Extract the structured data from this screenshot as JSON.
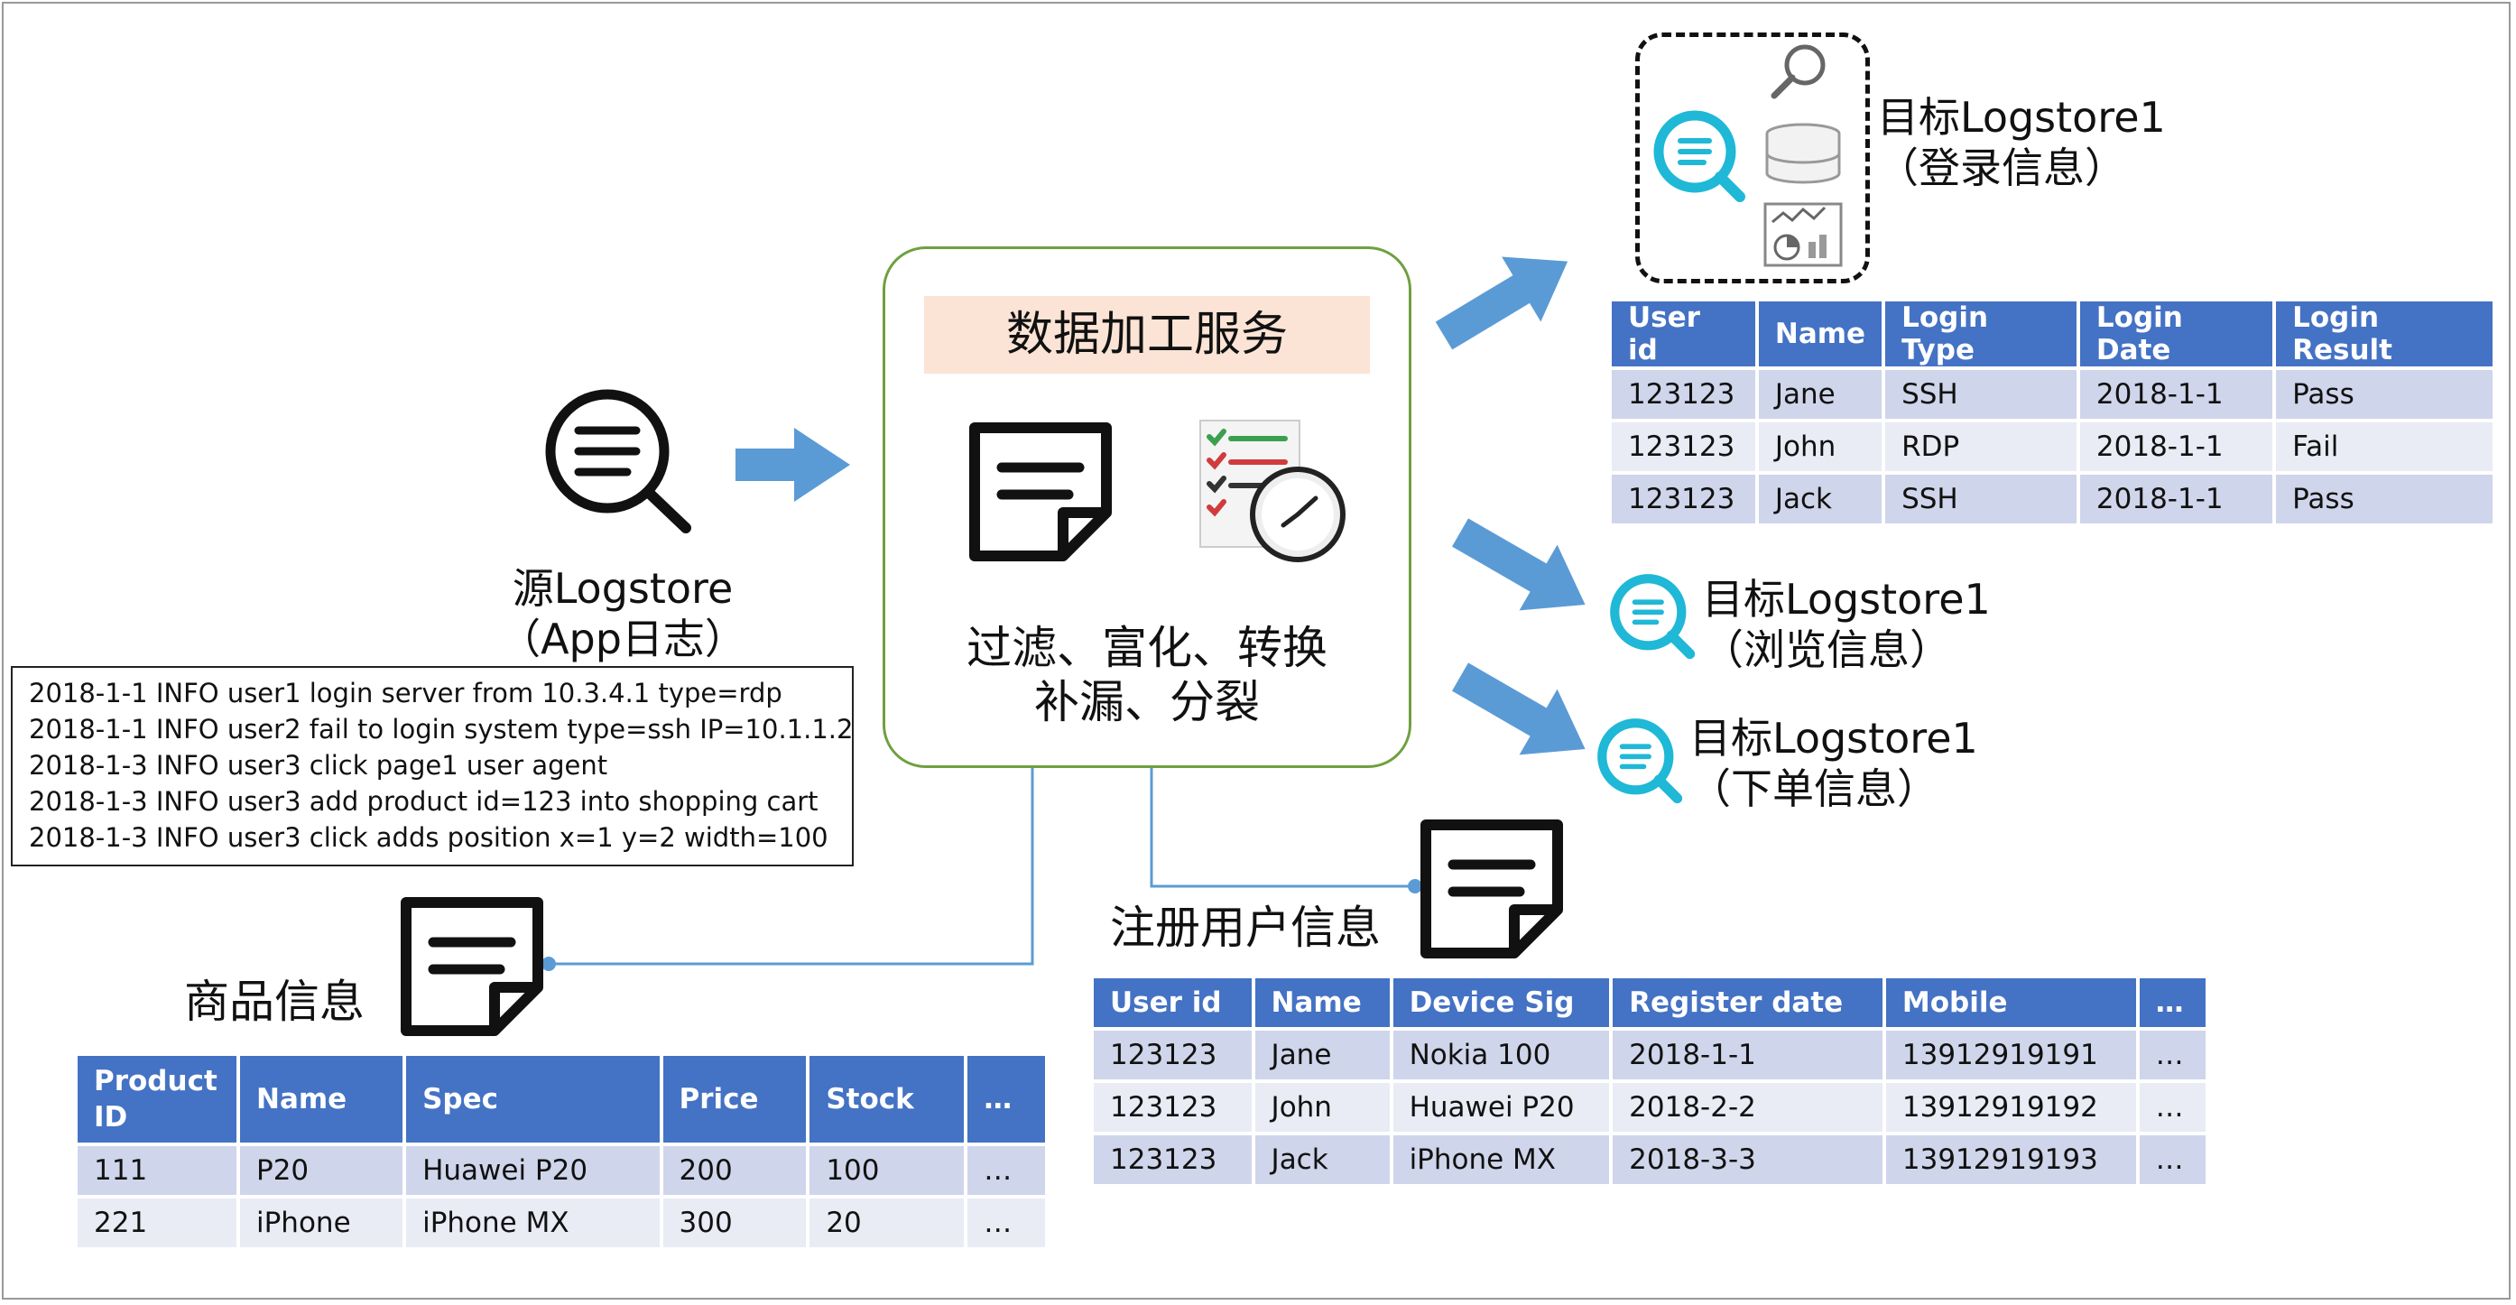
{
  "colors": {
    "accent_blue": "#4472c4",
    "arrow_blue": "#5b9bd5",
    "teal": "#1fb8d6",
    "green_border": "#6fa03f",
    "title_fill": "#fbe4d5"
  },
  "source": {
    "title": "源Logstore",
    "subtitle": "（App日志）",
    "icon": "search-document-icon"
  },
  "log_lines": [
    "2018-1-1 INFO user1 login server from 10.3.4.1 type=rdp",
    "2018-1-1 INFO user2 fail to login system type=ssh IP=10.1.1.2",
    "2018-1-3 INFO user3 click page1 user agent",
    "2018-1-3 INFO user3 add product id=123 into shopping cart",
    "2018-1-3 INFO user3 click adds position x=1 y=2 width=100"
  ],
  "service": {
    "title": "数据加工服务",
    "line1": "过滤、富化、转换",
    "line2": "补漏、分裂",
    "icons": [
      "note-icon",
      "checklist-clock-icon"
    ]
  },
  "targets": [
    {
      "title": "目标Logstore1",
      "subtitle": "（登录信息）",
      "icons": [
        "teal-search-icon",
        "magnifier-icon",
        "database-icon",
        "dashboard-chart-icon"
      ]
    },
    {
      "title": "目标Logstore1",
      "subtitle": "（浏览信息）",
      "icons": [
        "teal-search-icon"
      ]
    },
    {
      "title": "目标Logstore1",
      "subtitle": "（下单信息）",
      "icons": [
        "teal-search-icon"
      ]
    }
  ],
  "login_table": {
    "headers": [
      "User id",
      "Name",
      "Login Type",
      "Login Date",
      "Login Result"
    ],
    "rows": [
      [
        "123123",
        "Jane",
        "SSH",
        "2018-1-1",
        "Pass"
      ],
      [
        "123123",
        "John",
        "RDP",
        "2018-1-1",
        "Fail"
      ],
      [
        "123123",
        "Jack",
        "SSH",
        "2018-1-1",
        "Pass"
      ]
    ]
  },
  "product": {
    "label": "商品信息",
    "headers": [
      "Product ID",
      "Name",
      "Spec",
      "Price",
      "Stock",
      "…"
    ],
    "rows": [
      [
        "111",
        "P20",
        "Huawei P20",
        "200",
        "100",
        "…"
      ],
      [
        "221",
        "iPhone",
        "iPhone MX",
        "300",
        "20",
        "…"
      ]
    ]
  },
  "user_reg": {
    "label": "注册用户信息",
    "headers": [
      "User id",
      "Name",
      "Device Sig",
      "Register date",
      "Mobile",
      "…"
    ],
    "rows": [
      [
        "123123",
        "Jane",
        "Nokia 100",
        "2018-1-1",
        "13912919191",
        "…"
      ],
      [
        "123123",
        "John",
        "Huawei P20",
        "2018-2-2",
        "13912919192",
        "…"
      ],
      [
        "123123",
        "Jack",
        "iPhone MX",
        "2018-3-3",
        "13912919193",
        "…"
      ]
    ]
  }
}
